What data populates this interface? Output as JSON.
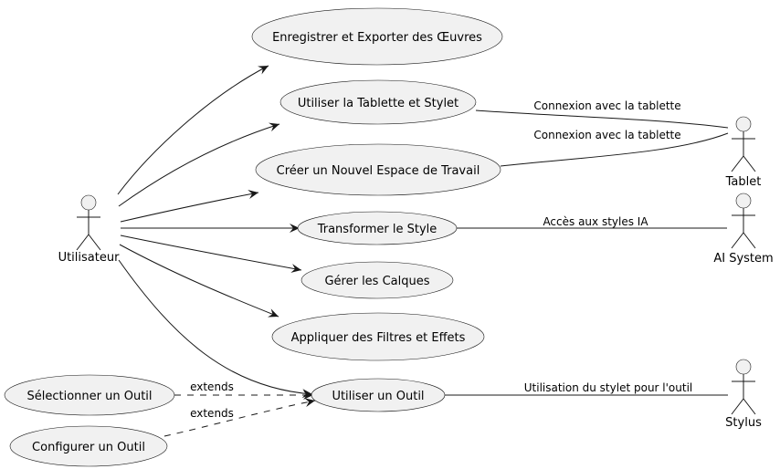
{
  "actors": {
    "utilisateur": "Utilisateur",
    "tablet": "Tablet",
    "ai_system": "AI System",
    "stylus": "Stylus"
  },
  "use_cases": {
    "enregistrer": "Enregistrer et Exporter des Œuvres",
    "tablette_stylet": "Utiliser la Tablette et Stylet",
    "nouvel_espace": "Créer un Nouvel Espace de Travail",
    "transformer_style": "Transformer le Style",
    "calques": "Gérer les Calques",
    "filtres": "Appliquer des Filtres et Effets",
    "utiliser_outil": "Utiliser un Outil",
    "selectionner_outil": "Sélectionner un Outil",
    "configurer_outil": "Configurer un Outil"
  },
  "relations": {
    "tablette_link": "Connexion avec la tablette",
    "espace_link": "Connexion avec la tablette",
    "ia_link": "Accès aux styles IA",
    "stylet_link": "Utilisation du stylet pour l'outil",
    "extends_1": "extends",
    "extends_2": "extends"
  }
}
